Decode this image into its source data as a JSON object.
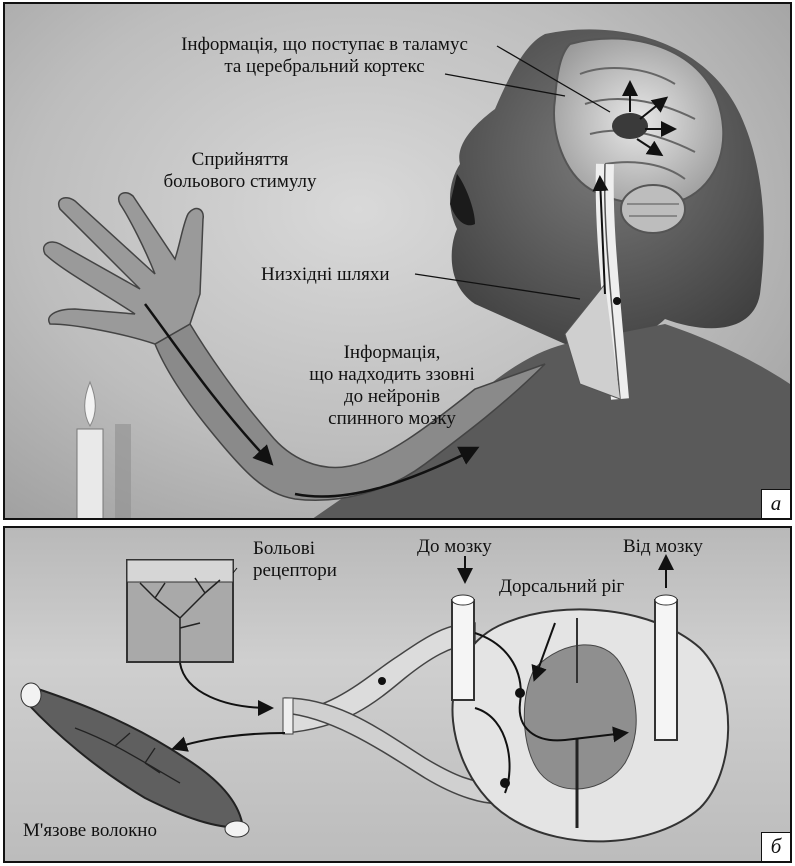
{
  "panel_a": {
    "letter": "а",
    "labels": {
      "thalamus_line1": "Інформація, що поступає в таламус",
      "thalamus_line2": "та церебральний кортекс",
      "perception_line1": "Сприйняття",
      "perception_line2": "больового стимулу",
      "descending": "Низхідні шляхи",
      "external_line1": "Інформація,",
      "external_line2": "що надходить ззовні",
      "external_line3": "до нейронів",
      "external_line4": "спинного мозку"
    }
  },
  "panel_b": {
    "letter": "б",
    "labels": {
      "receptors_line1": "Больові",
      "receptors_line2": "рецептори",
      "to_brain": "До мозку",
      "from_brain": "Від мозку",
      "dorsal_horn": "Дорсальний ріг",
      "muscle_fiber": "М'язове волокно"
    }
  }
}
